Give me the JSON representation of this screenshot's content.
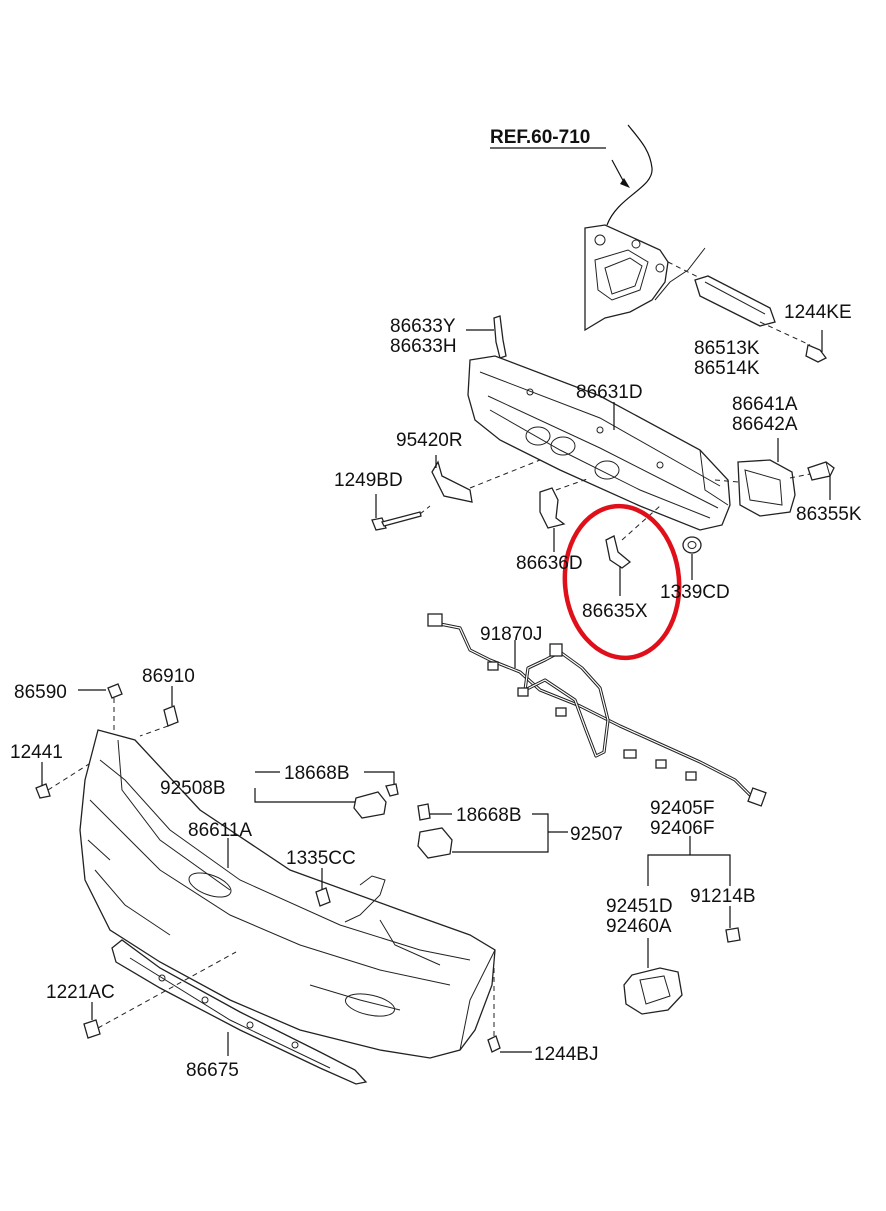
{
  "labels": {
    "ref": "REF.60-710",
    "p1244KE": "1244KE",
    "p86633Y": "86633Y",
    "p86633H": "86633H",
    "p86513K": "86513K",
    "p86514K": "86514K",
    "p86631D": "86631D",
    "p86641A": "86641A",
    "p86642A": "86642A",
    "p95420R": "95420R",
    "p1249BD": "1249BD",
    "p86355K": "86355K",
    "p86636D": "86636D",
    "p1339CD": "1339CD",
    "p86635X": "86635X",
    "p91870J": "91870J",
    "p86590": "86590",
    "p86910": "86910",
    "p12441": "12441",
    "p92508B": "92508B",
    "p18668B_a": "18668B",
    "p18668B_b": "18668B",
    "p92507": "92507",
    "p86611A": "86611A",
    "p1335CC": "1335CC",
    "p92405F": "92405F",
    "p92406F": "92406F",
    "p92451D": "92451D",
    "p92460A": "92460A",
    "p91214B": "91214B",
    "p1221AC": "1221AC",
    "p86675": "86675",
    "p1244BJ": "1244BJ"
  },
  "colors": {
    "line": "#222222",
    "highlight": "#e0101a",
    "background": "#ffffff"
  },
  "highlighted_part": "86635X"
}
